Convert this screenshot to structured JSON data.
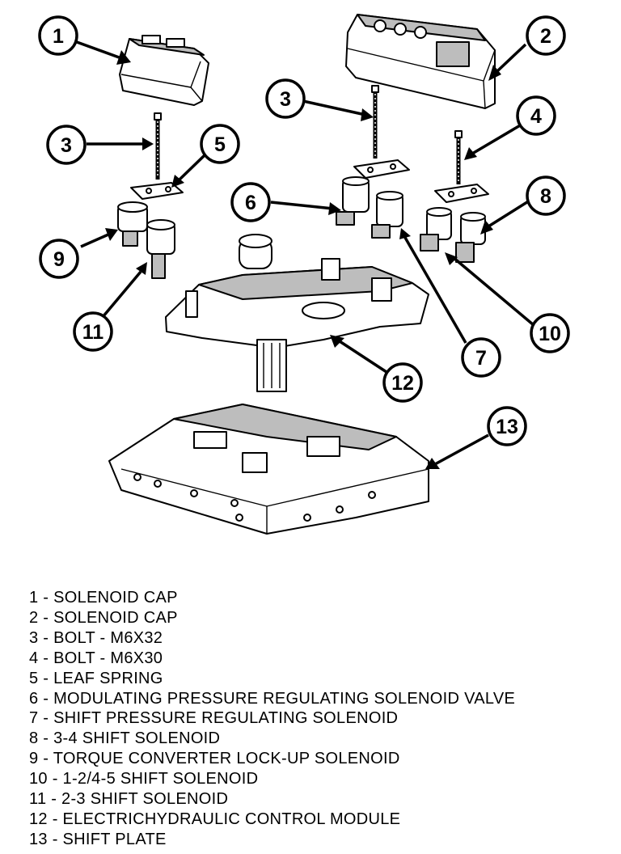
{
  "callouts": [
    "1",
    "2",
    "3",
    "3",
    "4",
    "5",
    "6",
    "7",
    "8",
    "9",
    "10",
    "11",
    "12",
    "13"
  ],
  "legend": [
    "1 - SOLENOID CAP",
    "2 - SOLENOID CAP",
    "3 - BOLT - M6X32",
    "4 - BOLT - M6X30",
    "5 - LEAF SPRING",
    "6 - MODULATING PRESSURE REGULATING SOLENOID VALVE",
    "7 - SHIFT PRESSURE REGULATING SOLENOID",
    "8 - 3-4 SHIFT SOLENOID",
    "9 - TORQUE CONVERTER LOCK-UP SOLENOID",
    "10 - 1-2/4-5 SHIFT SOLENOID",
    "11 - 2-3 SHIFT SOLENOID",
    "12 - ELECTRICHYDRAULIC CONTROL MODULE",
    "13 - SHIFT PLATE"
  ]
}
